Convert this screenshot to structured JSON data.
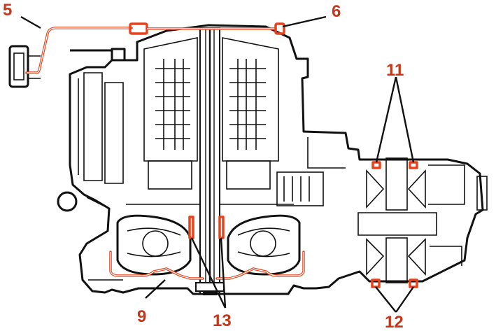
{
  "colors": {
    "highlight": "#e8421c",
    "ink": "#111111",
    "callout_text": "#c8361a"
  },
  "callouts": {
    "c5": "5",
    "c6": "6",
    "c9": "9",
    "c11": "11",
    "c12": "12",
    "c13": "13"
  }
}
